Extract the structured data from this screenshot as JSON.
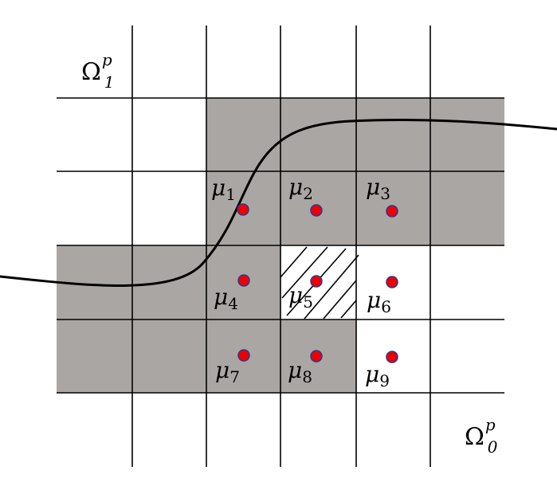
{
  "regions": {
    "top_left": {
      "symbol": "Ω",
      "superscript": "p",
      "subscript": "1"
    },
    "bottom_right": {
      "symbol": "Ω",
      "superscript": "p",
      "subscript": "0"
    }
  },
  "nodes": [
    {
      "symbol": "μ",
      "index": "1"
    },
    {
      "symbol": "μ",
      "index": "2"
    },
    {
      "symbol": "μ",
      "index": "3"
    },
    {
      "symbol": "μ",
      "index": "4"
    },
    {
      "symbol": "μ",
      "index": "5"
    },
    {
      "symbol": "μ",
      "index": "6"
    },
    {
      "symbol": "μ",
      "index": "7"
    },
    {
      "symbol": "μ",
      "index": "8"
    },
    {
      "symbol": "μ",
      "index": "9"
    }
  ],
  "colors": {
    "shaded_cell": "#aaa6a4",
    "grid_line": "#000000",
    "node_fill": "#ee0000",
    "node_stroke": "#2a3b8f",
    "interface_curve": "#000000",
    "hatch": "#000000"
  }
}
